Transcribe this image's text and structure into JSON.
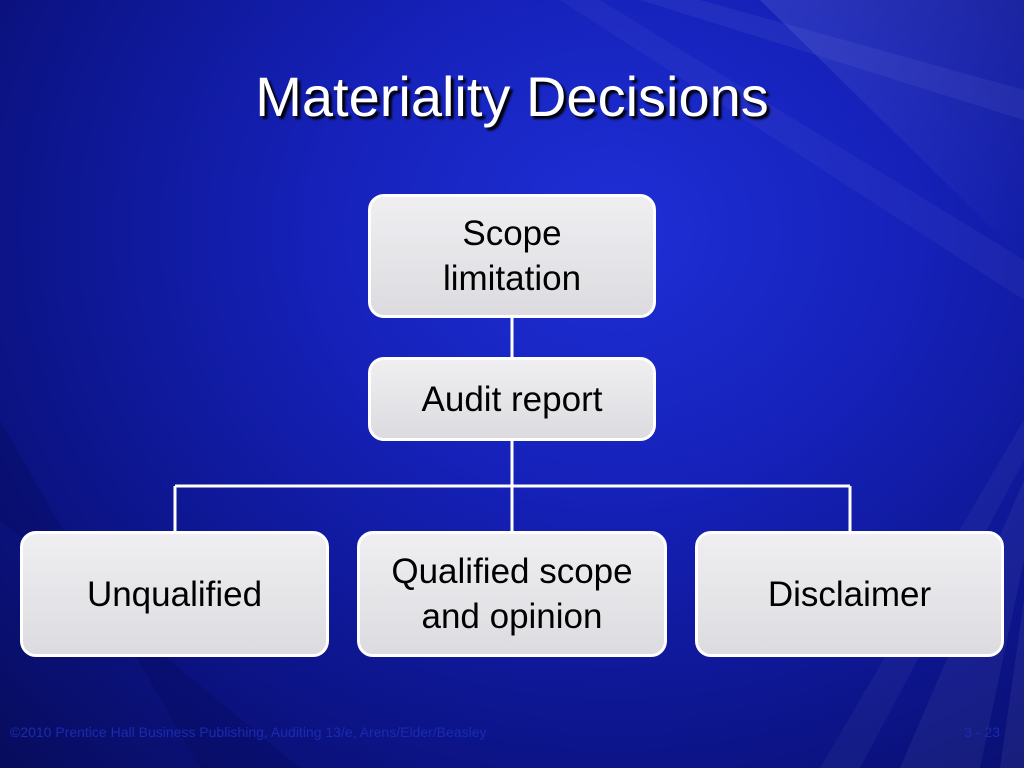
{
  "slide": {
    "title": "Materiality Decisions",
    "background_color": "#1521b8",
    "box_fill": "#e6e6ea",
    "box_border": "#ffffff",
    "connector_color": "#ffffff"
  },
  "diagram": {
    "root": {
      "line1": "Scope",
      "line2": "limitation"
    },
    "middle": {
      "label": "Audit report"
    },
    "outcomes": [
      {
        "line1": "Unqualified",
        "line2": ""
      },
      {
        "line1": "Qualified scope",
        "line2": "and opinion"
      },
      {
        "line1": "Disclaimer",
        "line2": ""
      }
    ]
  },
  "footer": {
    "left": "©2010 Prentice Hall Business Publishing, Auditing 13/e, Arens/Elder/Beasley",
    "right": "3 - 23"
  }
}
